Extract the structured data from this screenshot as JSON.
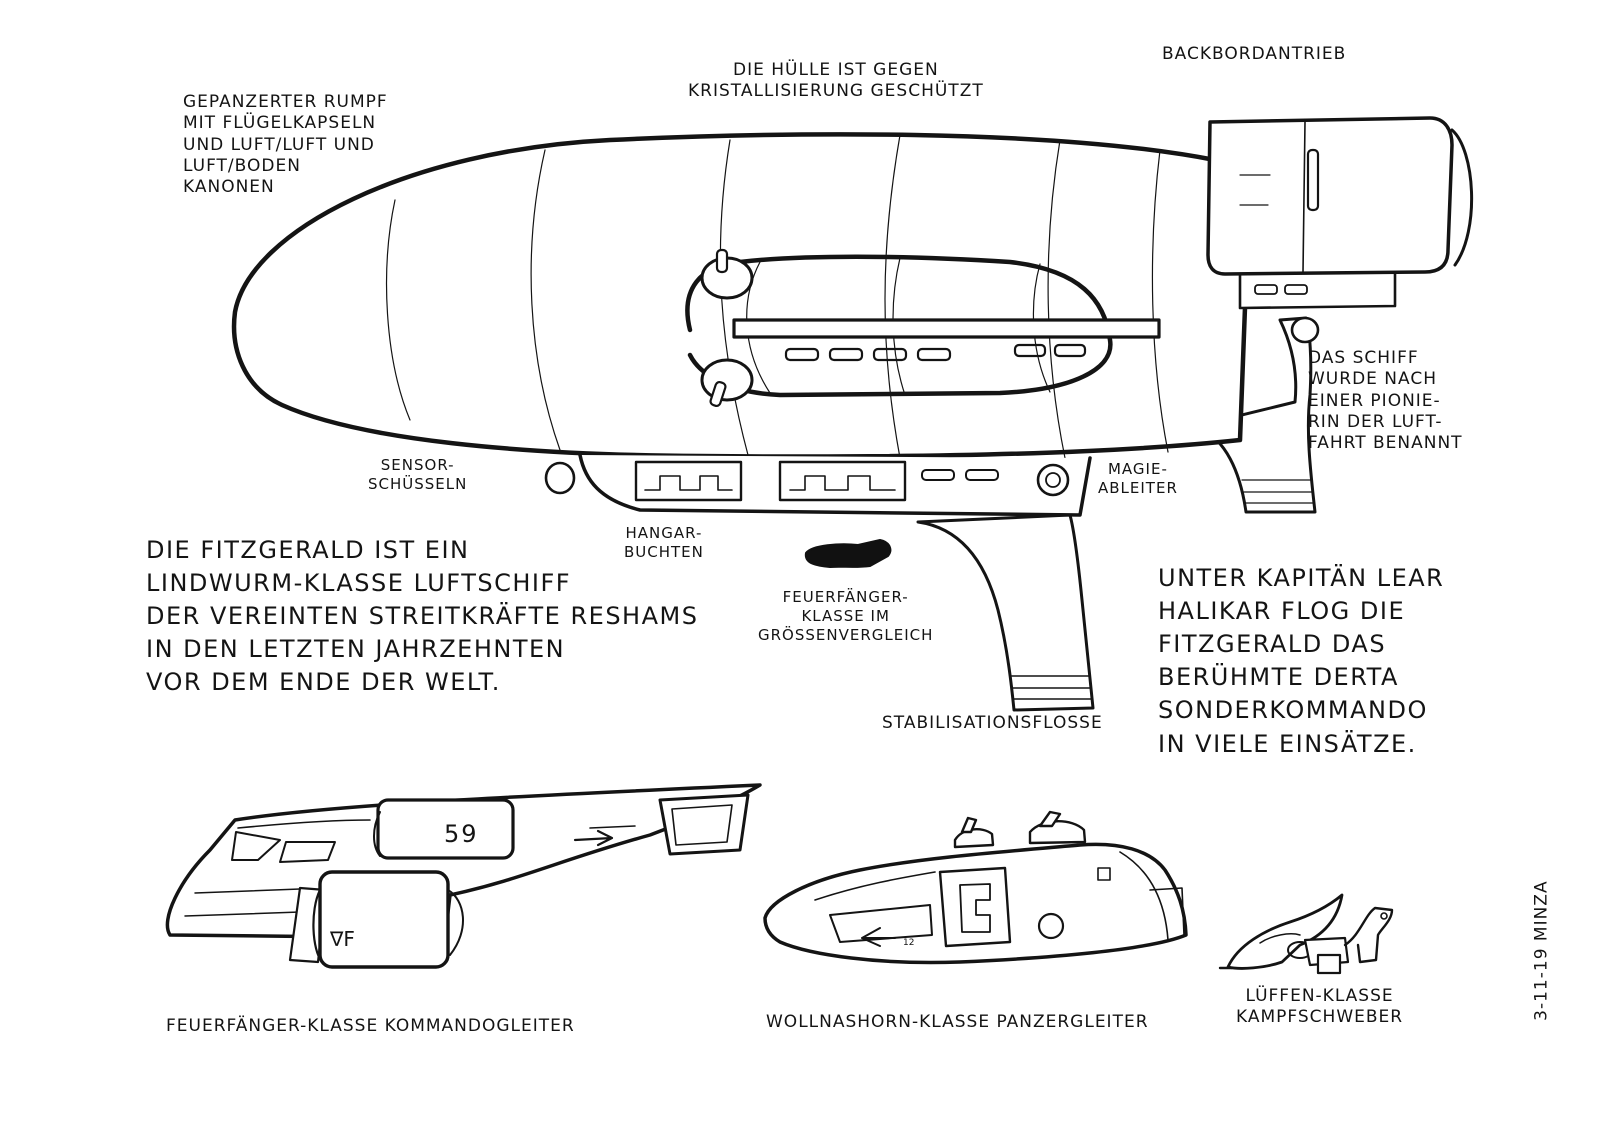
{
  "colors": {
    "ink": "#141414",
    "paper": "#ffffff",
    "shade": "#111111"
  },
  "labels": {
    "hull_armor": "Gepanzerter Rumpf\nmit Flügelkapseln\nund Luft/Luft und\nLuft/Boden\nKanonen",
    "hull_crystal": "Die Hülle ist gegen\nKristallisierung geschützt",
    "port_engine": "Backbordantrieb",
    "named_after": "Das Schiff\nwurde nach\neiner Pionie-\nrin der Luft-\nfahrt benannt",
    "sensor_dishes": "Sensor-\nschüsseln",
    "hangar_bays": "Hangar-\nbuchten",
    "magic_conductor": "Magie-\nableiter",
    "size_compare": "Feuerfänger-\nKlasse im\nGrössenvergleich",
    "stabilizer_fin": "Stabilisationsflosse",
    "description": "Die Fitzgerald ist ein\nLindwurm-Klasse Luftschiff\nder Vereinten Streitkräfte Reshams\nin den letzten Jahrzehnten\nvor dem Ende der Welt.",
    "captain_note": "Unter Kapitän Lear\nHalikar flog die\nFitzgerald das\nberühmte Derta\nSonderkommando\nin viele Einsätze.",
    "firecatcher_caption": "Feuerfänger-Klasse Kommandogleiter",
    "woolly_caption": "Wollnashorn-Klasse Panzergleiter",
    "lueffen_caption": "Lüffen-Klasse\nKampfschweber",
    "signature": "3-11-19 Minza"
  },
  "markings": {
    "pod_number": "59",
    "pod_badge": "∇F",
    "tank_number": "12"
  }
}
